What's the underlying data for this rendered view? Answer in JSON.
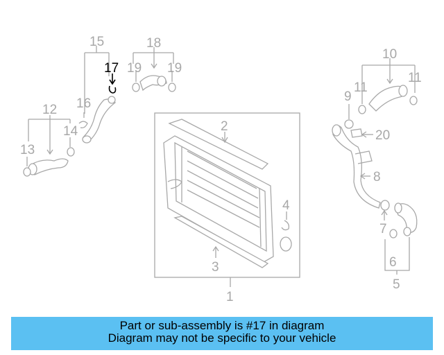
{
  "callouts": {
    "n1": "1",
    "n2": "2",
    "n3": "3",
    "n4": "4",
    "n5": "5",
    "n6": "6",
    "n7": "7",
    "n8": "8",
    "n9": "9",
    "n10": "10",
    "n11a": "11",
    "n11b": "11",
    "n12": "12",
    "n13": "13",
    "n14": "14",
    "n15": "15",
    "n16": "16",
    "n17": "17",
    "n18": "18",
    "n19a": "19",
    "n19b": "19",
    "n20": "20"
  },
  "highlighted_part": "17",
  "banner": {
    "line1": "Part or sub-assembly is #17 in diagram",
    "line2": "Diagram may not be specific to your vehicle"
  },
  "colors": {
    "banner_bg": "#5bc0f2",
    "highlight": "#000000",
    "line_art": "#a8a8a8"
  }
}
